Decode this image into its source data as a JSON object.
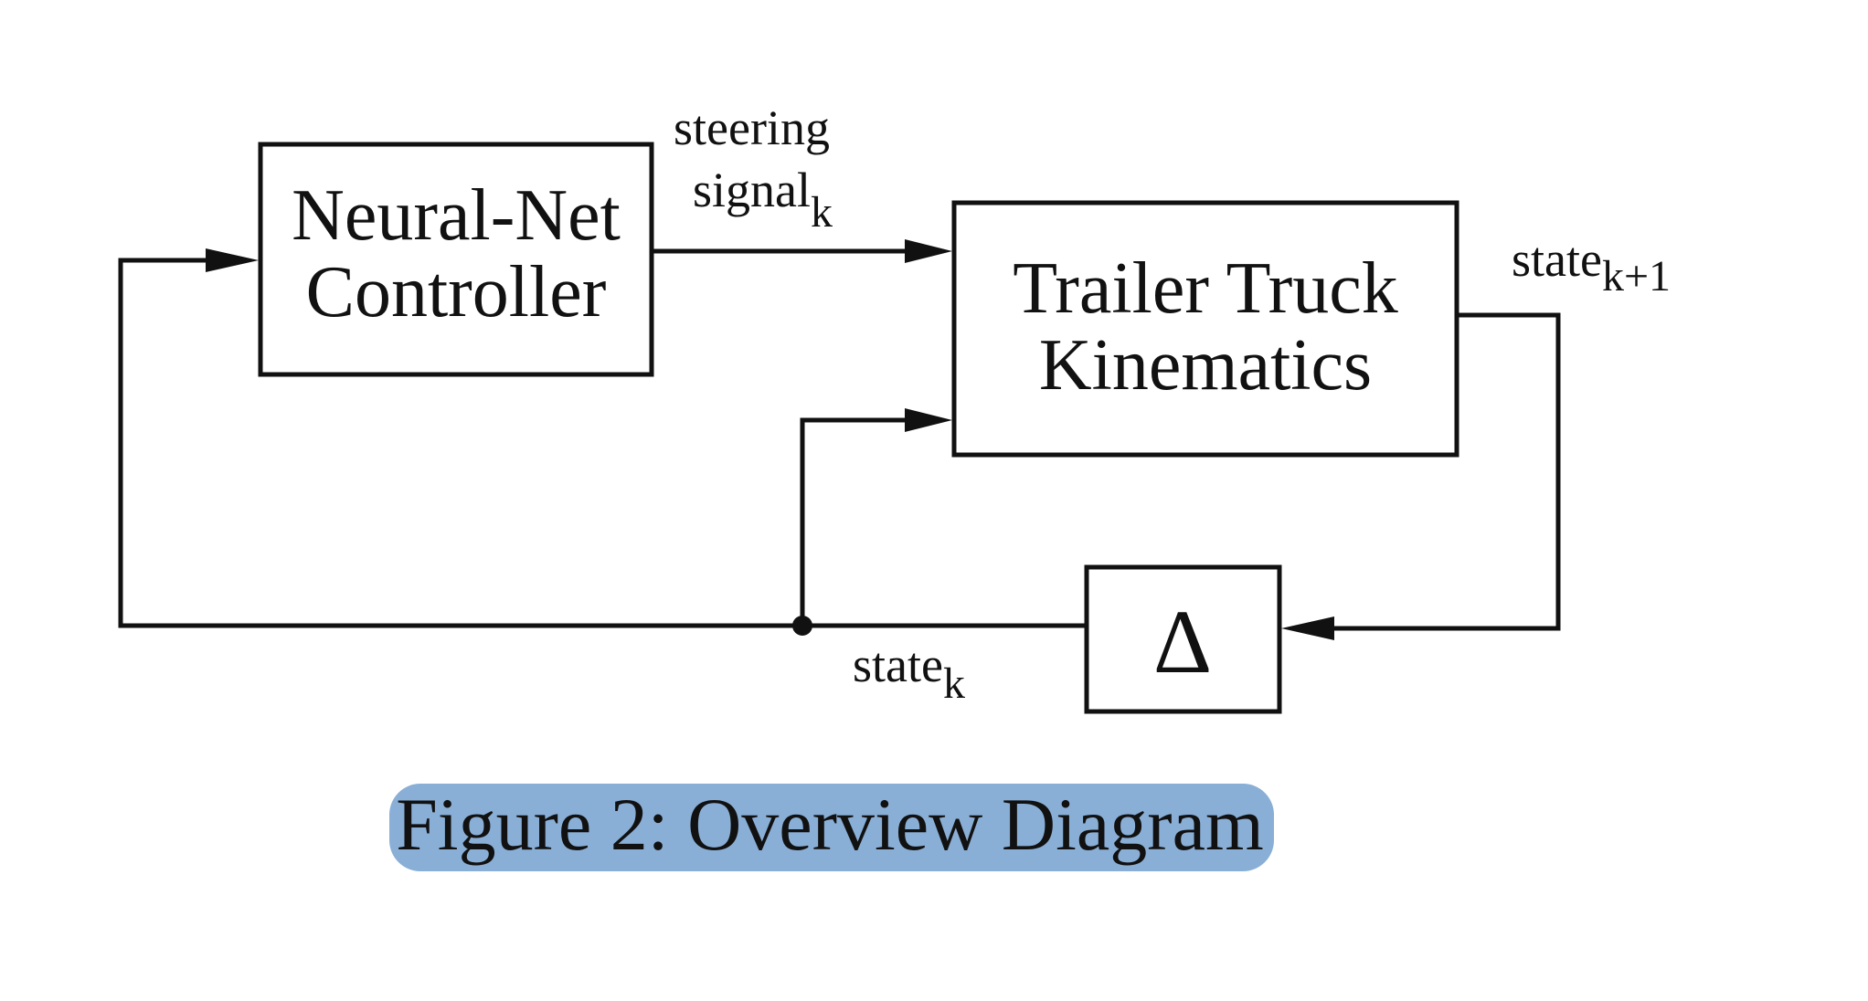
{
  "blocks": {
    "controller": {
      "line1": "Neural-Net",
      "line2": "Controller"
    },
    "plant": {
      "line1": "Trailer Truck",
      "line2": "Kinematics"
    },
    "delay": {
      "symbol": "Δ"
    }
  },
  "signals": {
    "steering": {
      "line1": "steering",
      "line2": "signal",
      "subscript": "k"
    },
    "state_next": {
      "base": "state",
      "subscript": "k+1"
    },
    "state_current": {
      "base": "state",
      "subscript": "k"
    }
  },
  "caption": {
    "text": "Figure 2: Overview Diagram",
    "highlight_color": "#8aafd6"
  }
}
